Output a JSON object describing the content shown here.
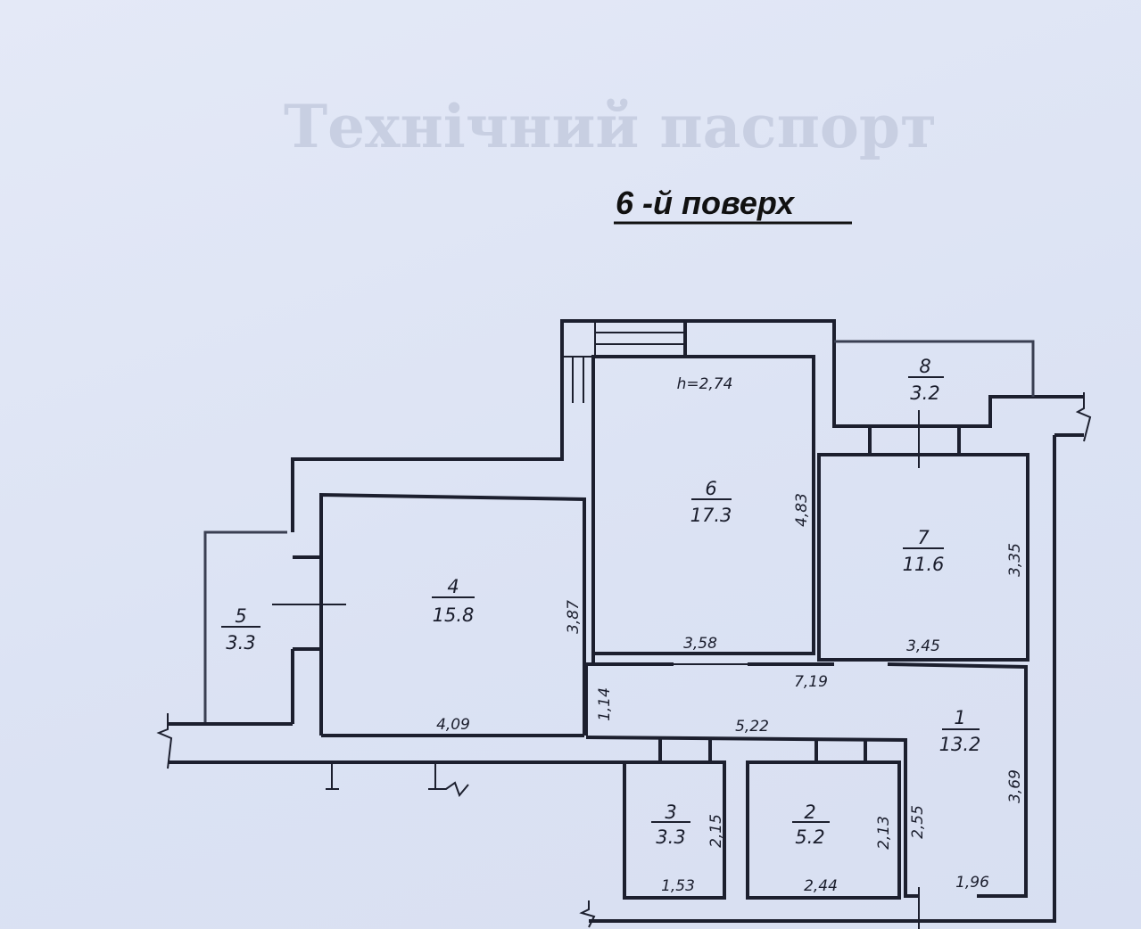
{
  "watermark": "Технічний паспорт",
  "title": "6 -й поверх",
  "ceiling_height": "h=2,74",
  "rooms": [
    {
      "number": "1",
      "area": "13.2"
    },
    {
      "number": "2",
      "area": "5.2"
    },
    {
      "number": "3",
      "area": "3.3"
    },
    {
      "number": "4",
      "area": "15.8"
    },
    {
      "number": "5",
      "area": "3.3"
    },
    {
      "number": "6",
      "area": "17.3"
    },
    {
      "number": "7",
      "area": "11.6"
    },
    {
      "number": "8",
      "area": "3.2"
    }
  ],
  "dimensions": {
    "room6_height": "4,83",
    "room6_width": "3,58",
    "room7_height": "3,35",
    "room7_width": "3,45",
    "room4_height": "3,87",
    "room4_width": "4,09",
    "corridor_top": "7,19",
    "corridor_mid": "5,22",
    "corridor_width": "1,14",
    "room1_height": "3,69",
    "room1_side": "2,55",
    "room1_width": "1,96",
    "room3_height": "2,15",
    "room3_width": "1,53",
    "room2_height": "2,13",
    "room2_width": "2,44"
  }
}
